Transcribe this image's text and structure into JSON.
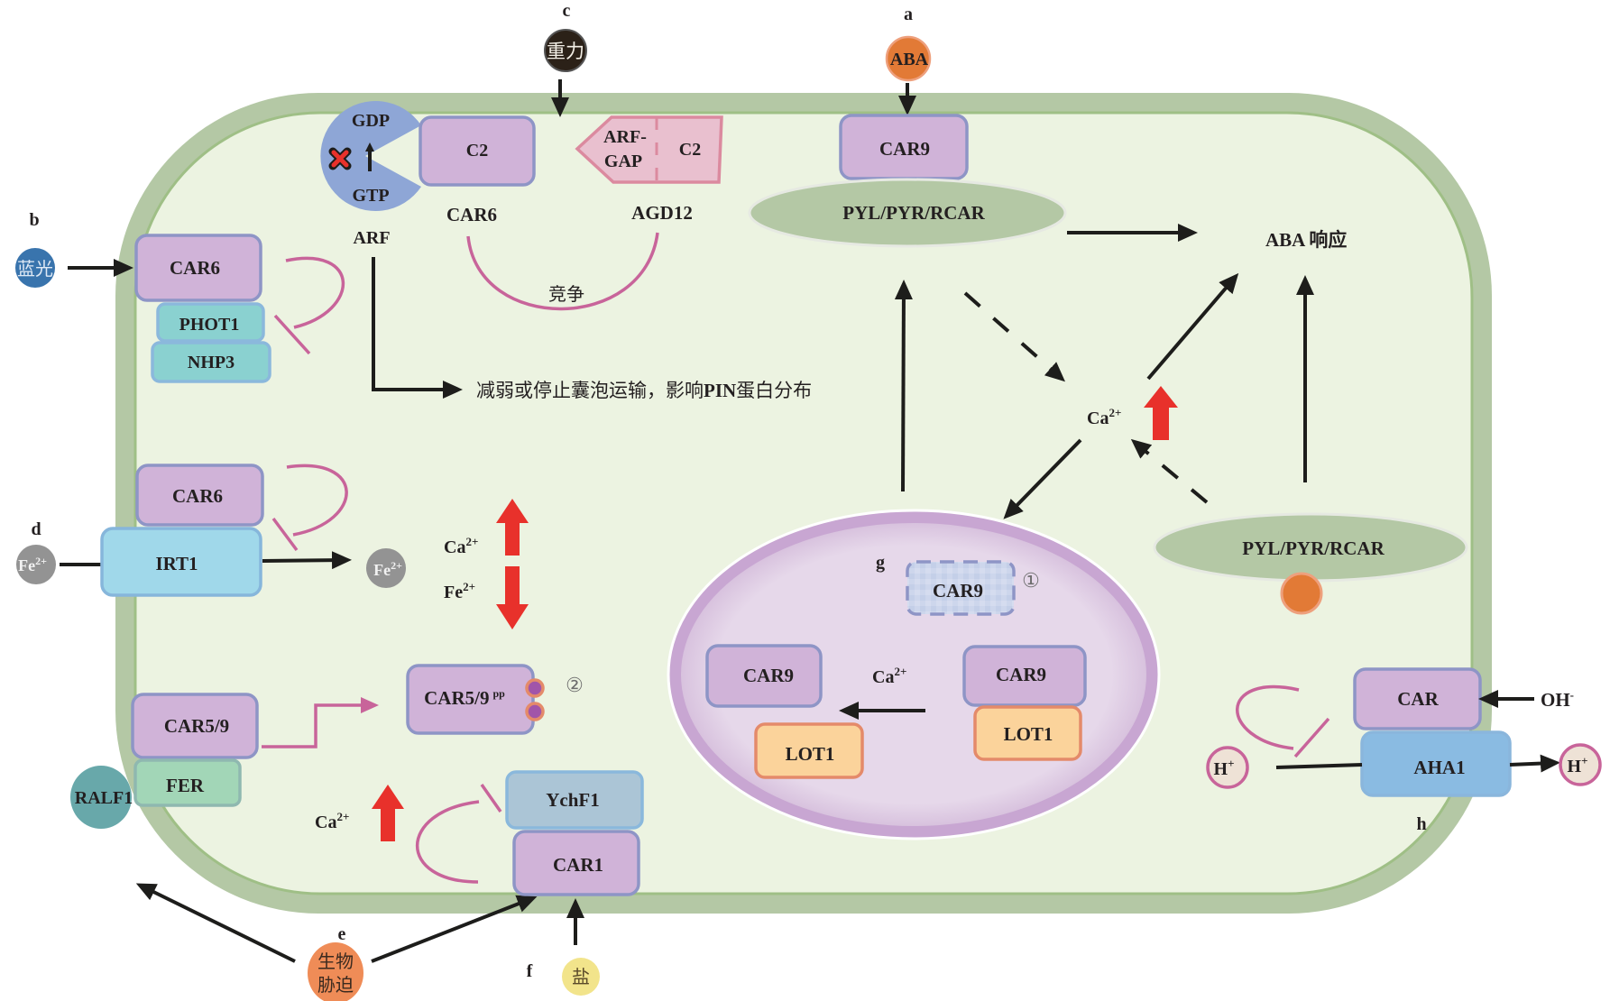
{
  "figure": {
    "type": "CAR protein signaling pathways in plant cell",
    "colors": {
      "cell_wall": "#b4c8a5",
      "cytoplasm": "#ecf3e1",
      "car_protein": "#d0b3d8",
      "inhibition_line": "#c8649a",
      "increase_arrow": "#e8312b",
      "nucleus": "#e6d8ea",
      "aba_signal": "#e27a36"
    }
  },
  "panels": {
    "a": {
      "label": "a",
      "signal": "ABA",
      "protein": "CAR9",
      "receptor": "PYL/PYR/RCAR",
      "response": "ABA 响应",
      "ion": "Ca²⁺",
      "ion_base": "Ca",
      "ion_sup": "2+"
    },
    "b": {
      "label": "b",
      "signal": "蓝光",
      "protein": "CAR6",
      "partner1": "PHOT1",
      "partner2": "NHP3"
    },
    "c": {
      "label": "c",
      "signal": "重力",
      "arf": "ARF",
      "gdp": "GDP",
      "gtp": "GTP",
      "c2": "C2",
      "car6": "CAR6",
      "arfgap_line1": "ARF-",
      "arfgap_line2": "GAP",
      "agd_c2": "C2",
      "agd12": "AGD12",
      "competition": "竞争",
      "outcome_prefix": "减弱或停止囊泡运输，影响",
      "outcome_bold": "PIN",
      "outcome_suffix": "蛋白分布"
    },
    "d": {
      "label": "d",
      "ion_base": "Fe",
      "ion_sup": "2+",
      "protein": "CAR6",
      "transporter": "IRT1",
      "ca_base": "Ca",
      "ca_sup": "2+",
      "fe_base": "Fe",
      "fe_sup": "2+"
    },
    "e": {
      "label": "e",
      "signal_line1": "生物",
      "signal_line2": "胁迫",
      "ligand": "RALF1",
      "receptor": "FER",
      "protein": "CAR5/9",
      "phospho": "CAR5/9",
      "phospho_sup": "pp",
      "note": "②"
    },
    "f": {
      "label": "f",
      "signal": "盐",
      "protein": "CAR1",
      "partner": "YchF1",
      "ca_base": "Ca",
      "ca_sup": "2+"
    },
    "g": {
      "label": "g",
      "car9_dashed": "CAR9",
      "note": "①",
      "car9_left": "CAR9",
      "lot1_left": "LOT1",
      "car9_right": "CAR9",
      "lot1_right": "LOT1",
      "ca_base": "Ca",
      "ca_sup": "2+"
    },
    "h": {
      "label": "h",
      "protein": "CAR",
      "pump": "AHA1",
      "oh_base": "OH",
      "oh_sup": "-",
      "h_base": "H",
      "h_sup": "+"
    }
  }
}
